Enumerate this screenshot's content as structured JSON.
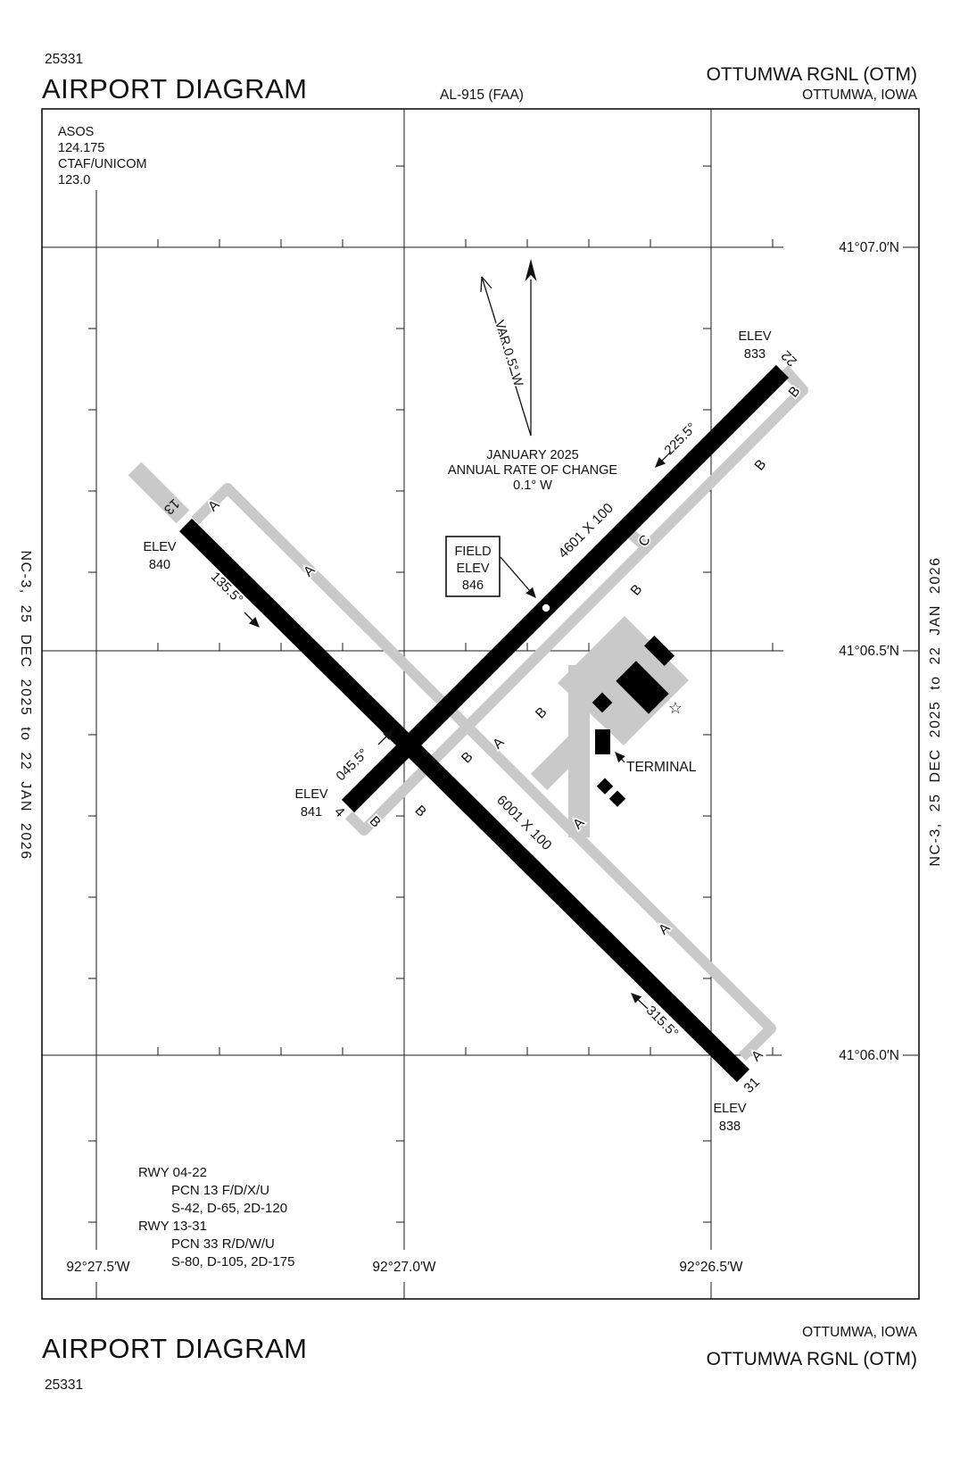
{
  "header": {
    "chart_number": "25331",
    "title": "AIRPORT DIAGRAM",
    "chart_ref": "AL-915 (FAA)",
    "airport": "OTTUMWA RGNL (OTM)",
    "city": "OTTUMWA, IOWA"
  },
  "footer": {
    "title": "AIRPORT DIAGRAM",
    "chart_number": "25331",
    "city": "OTTUMWA, IOWA",
    "airport": "OTTUMWA RGNL (OTM)"
  },
  "margin_dates": {
    "left": "NC-3, 25 DEC 2025 to 22 JAN 2026",
    "right": "NC-3, 25 DEC 2025 to 22 JAN 2026"
  },
  "comms": {
    "asos_label": "ASOS",
    "asos_freq": "124.175",
    "ctaf_label": "CTAF/UNICOM",
    "ctaf_freq": "123.0"
  },
  "north": {
    "var_label": "VAR 0.5° W",
    "date": "JANUARY 2025",
    "rate": "ANNUAL RATE OF CHANGE",
    "rate_value": "0.1° W"
  },
  "field_elevation": {
    "label1": "FIELD",
    "label2": "ELEV",
    "value": "846"
  },
  "grid": {
    "lat": [
      "41°07.0′N",
      "41°06.5′N",
      "41°06.0′N"
    ],
    "lon": [
      "92°27.5′W",
      "92°27.0′W",
      "92°26.5′W"
    ]
  },
  "runway_0422": {
    "dimensions": "4601 X 100",
    "end4": {
      "number": "4",
      "elev_label": "ELEV",
      "elev": "841",
      "bearing": "045.5°"
    },
    "end22": {
      "number": "22",
      "elev_label": "ELEV",
      "elev": "833",
      "bearing": "225.5°"
    }
  },
  "runway_1331": {
    "dimensions": "6001 X 100",
    "end13": {
      "number": "13",
      "elev_label": "ELEV",
      "elev": "840",
      "bearing": "135.5°"
    },
    "end31": {
      "number": "31",
      "elev_label": "ELEV",
      "elev": "838",
      "bearing": "315.5°"
    }
  },
  "taxiways": {
    "a": "A",
    "b": "B",
    "c": "C"
  },
  "terminal_label": "TERMINAL",
  "star_symbol": "☆",
  "runway_data": {
    "lines": [
      "RWY 04-22",
      "PCN 13 F/D/X/U",
      "S-42, D-65, 2D-120",
      "RWY 13-31",
      "PCN 33 R/D/W/U",
      "S-80, D-105, 2D-175"
    ]
  }
}
